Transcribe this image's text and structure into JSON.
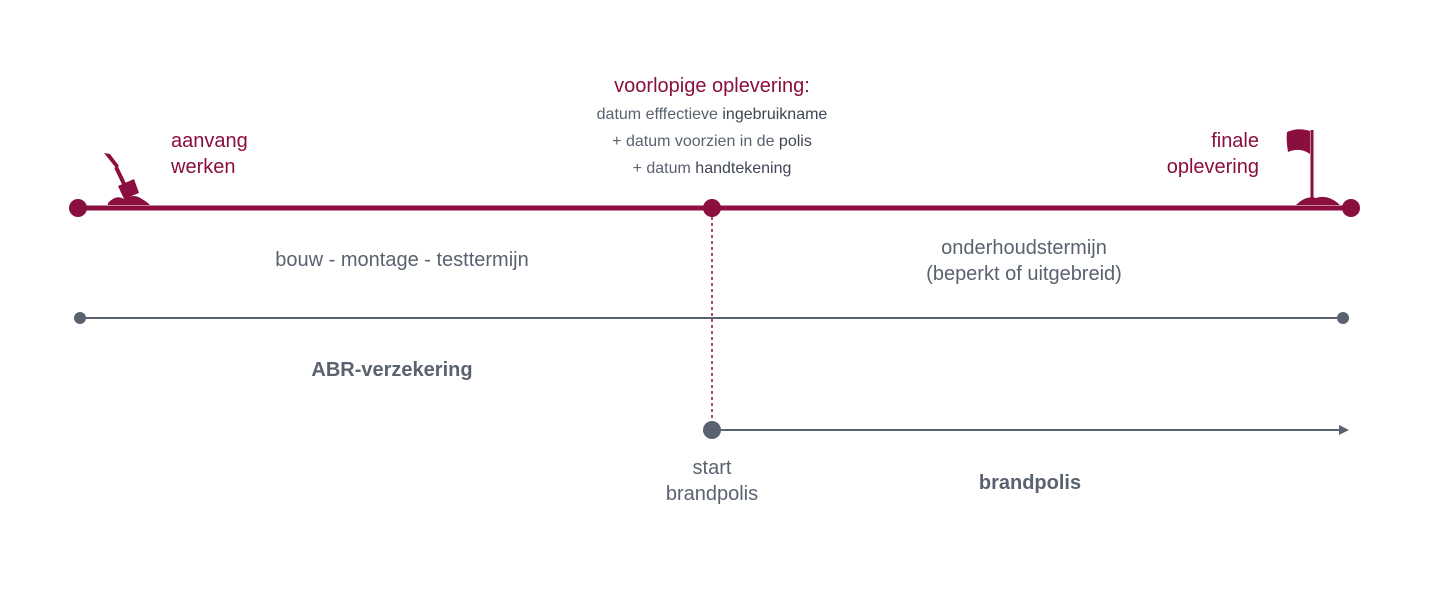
{
  "colors": {
    "primary": "#8a0e3e",
    "secondary": "#5a6270"
  },
  "icons": {
    "start": "shovel-icon",
    "end": "flag-icon"
  },
  "milestones": {
    "start": {
      "line1": "aanvang",
      "line2": "werken"
    },
    "provisional": {
      "title": "voorlopige oplevering:",
      "row1_pre": "datum efffectieve ",
      "row1_em": "ingebruikname",
      "row2_pre": "+ datum voorzien in de ",
      "row2_em": "polis",
      "row3_pre": "+ datum ",
      "row3_em": "handtekening"
    },
    "final": {
      "line1": "finale",
      "line2": "oplevering"
    }
  },
  "phases": {
    "construction": "bouw - montage - testtermijn",
    "maintenance_line1": "onderhoudstermijn",
    "maintenance_line2": "(beperkt of uitgebreid)"
  },
  "insurance": {
    "abr": "ABR-verzekering",
    "fire_start_line1": "start",
    "fire_start_line2": "brandpolis",
    "fire": "brandpolis"
  }
}
